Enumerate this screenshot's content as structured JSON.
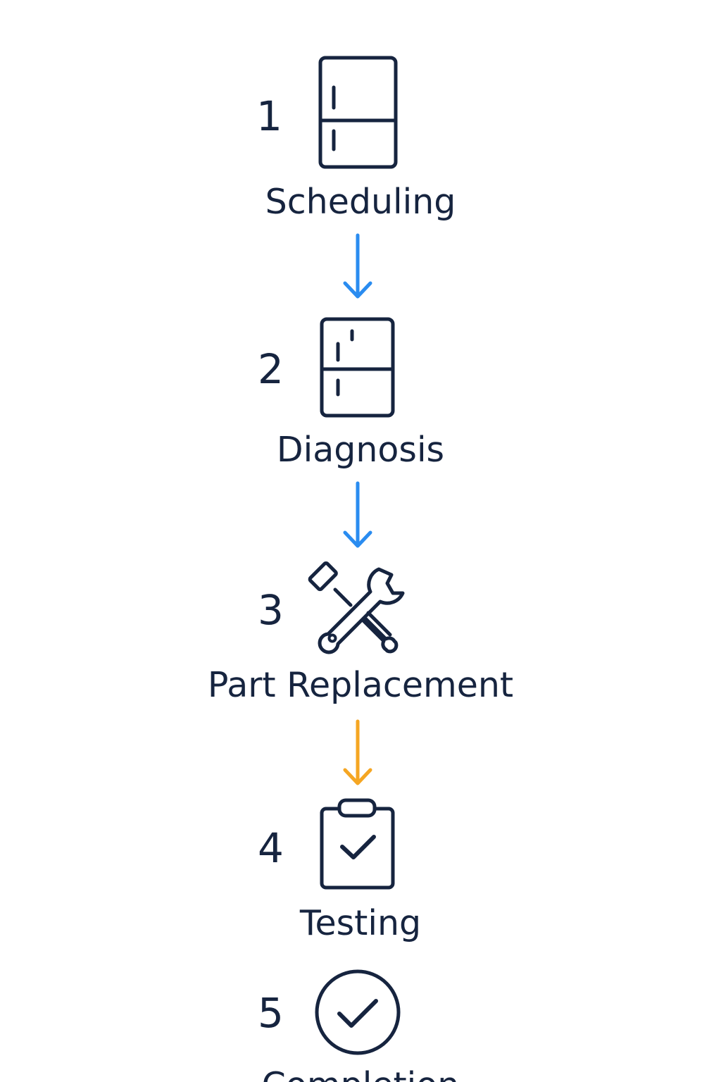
{
  "colors": {
    "ink": "#16243f",
    "arrow_primary": "#2a8cf0",
    "arrow_warning": "#f5a623"
  },
  "steps": [
    {
      "number": "1",
      "label": "Scheduling",
      "icon": "refrigerator-icon"
    },
    {
      "number": "2",
      "label": "Diagnosis",
      "icon": "refrigerator-icon"
    },
    {
      "number": "3",
      "label": "Part Replacement",
      "icon": "wrench-screwdriver-icon"
    },
    {
      "number": "4",
      "label": "Testing",
      "icon": "clipboard-check-icon"
    },
    {
      "number": "5",
      "label": "Completion",
      "icon": "circle-check-icon"
    }
  ],
  "arrows": [
    {
      "from": "1",
      "to": "2",
      "color": "#2a8cf0"
    },
    {
      "from": "2",
      "to": "3",
      "color": "#2a8cf0"
    },
    {
      "from": "3",
      "to": "4",
      "color": "#f5a623"
    }
  ]
}
